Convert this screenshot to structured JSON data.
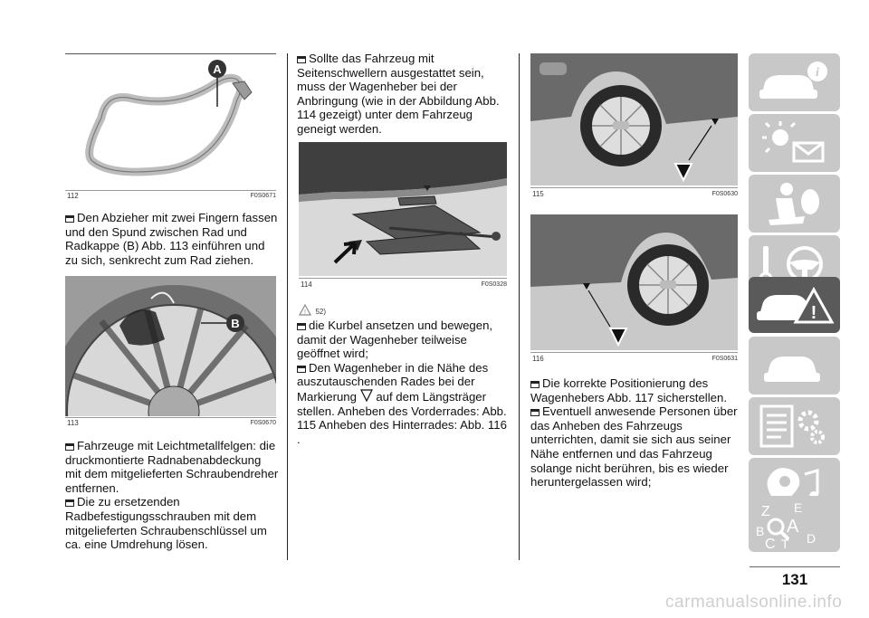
{
  "page_number": "131",
  "watermark": "carmanualsonline.info",
  "col1": {
    "fig112": {
      "num": "112",
      "code": "F0S0671",
      "label": "A"
    },
    "para1": "Den Abzieher mit zwei Fingern fassen und den Spund zwischen Rad und Radkappe (B) Abb. 113 einführen und zu sich, senkrecht zum Rad ziehen.",
    "fig113": {
      "num": "113",
      "code": "F0S0670",
      "label": "B"
    },
    "para2": "Fahrzeuge mit Leichtmetallfelgen: die druckmontierte Radnabenabdeckung mit dem mitgelieferten Schraubendreher entfernen.",
    "para3": "Die zu ersetzenden Radbefestigungsschrauben mit dem mitgelieferten Schraubenschlüssel um ca. eine Umdrehung lösen."
  },
  "col2": {
    "para1": "Sollte das Fahrzeug mit Seitenschwellern ausgestattet sein, muss der Wagenheber bei der Anbringung (wie in der Abbildung Abb. 114 gezeigt) unter dem Fahrzeug geneigt werden.",
    "fig114": {
      "num": "114",
      "code": "F0S0328"
    },
    "warning_ref": "52)",
    "para2": "die Kurbel ansetzen und bewegen, damit der Wagenheber teilweise geöffnet wird;",
    "para3a": "Den Wagenheber in die Nähe des auszutauschenden Rades bei der Markierung",
    "para3b": "auf dem Längsträger stellen. Anheben des Vorderrades: Abb. 115 Anheben des Hinterrades: Abb. 116 ."
  },
  "col3": {
    "fig115": {
      "num": "115",
      "code": "F0S0630"
    },
    "fig116": {
      "num": "116",
      "code": "F0S0631"
    },
    "para1": "Die korrekte Positionierung des Wagenhebers Abb. 117 sicherstellen.",
    "para2": "Eventuell anwesende Personen über das Anheben des Fahrzeugs unterrichten, damit sie sich aus seiner Nähe entfernen und das Fahrzeug solange nicht berühren, bis es wieder heruntergelassen wird;"
  },
  "sidebar": {
    "items": [
      {
        "icon": "car-info-icon",
        "active": false
      },
      {
        "icon": "warning-lights-message-icon",
        "active": false
      },
      {
        "icon": "airbag-seat-icon",
        "active": false
      },
      {
        "icon": "key-steering-wheel-icon",
        "active": false
      },
      {
        "icon": "car-emergency-icon",
        "active": true
      },
      {
        "icon": "car-service-icon",
        "active": false
      },
      {
        "icon": "technical-data-icon",
        "active": false
      },
      {
        "icon": "multimedia-icon",
        "active": false
      },
      {
        "icon": "alphabet-index-icon",
        "active": false
      }
    ],
    "index_letters": [
      "Z",
      "E",
      "A",
      "B",
      "C",
      "D",
      "T"
    ]
  }
}
